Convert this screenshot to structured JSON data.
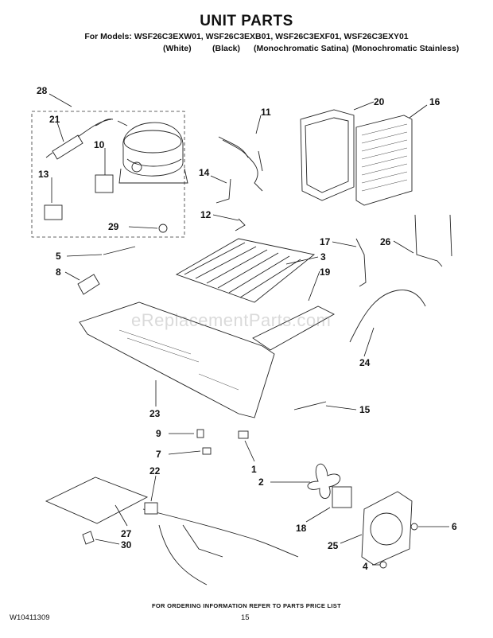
{
  "header": {
    "title": "UNIT PARTS",
    "models_line": "For Models: WSF26C3EXW01, WSF26C3EXB01, WSF26C3EXF01, WSF26C3EXY01",
    "colors": [
      "(White)",
      "(Black)",
      "(Monochromatic Satina)",
      "(Monochromatic Stainless)"
    ]
  },
  "watermark": "eReplacementParts.com",
  "callouts": {
    "c28": "28",
    "c21": "21",
    "c10": "10",
    "c13": "13",
    "c29": "29",
    "c11": "11",
    "c14": "14",
    "c12": "12",
    "c20": "20",
    "c16": "16",
    "c5": "5",
    "c8": "8",
    "c3": "3",
    "c19": "19",
    "c17": "17",
    "c26": "26",
    "c24": "24",
    "c23": "23",
    "c15": "15",
    "c9": "9",
    "c7": "7",
    "c1": "1",
    "c2": "2",
    "c22": "22",
    "c27": "27",
    "c18": "18",
    "c6": "6",
    "c25": "25",
    "c30": "30",
    "c4": "4"
  },
  "footer": {
    "ordering_note": "FOR ORDERING INFORMATION REFER TO PARTS PRICE LIST",
    "doc_number": "W10411309",
    "page_number": "15"
  }
}
